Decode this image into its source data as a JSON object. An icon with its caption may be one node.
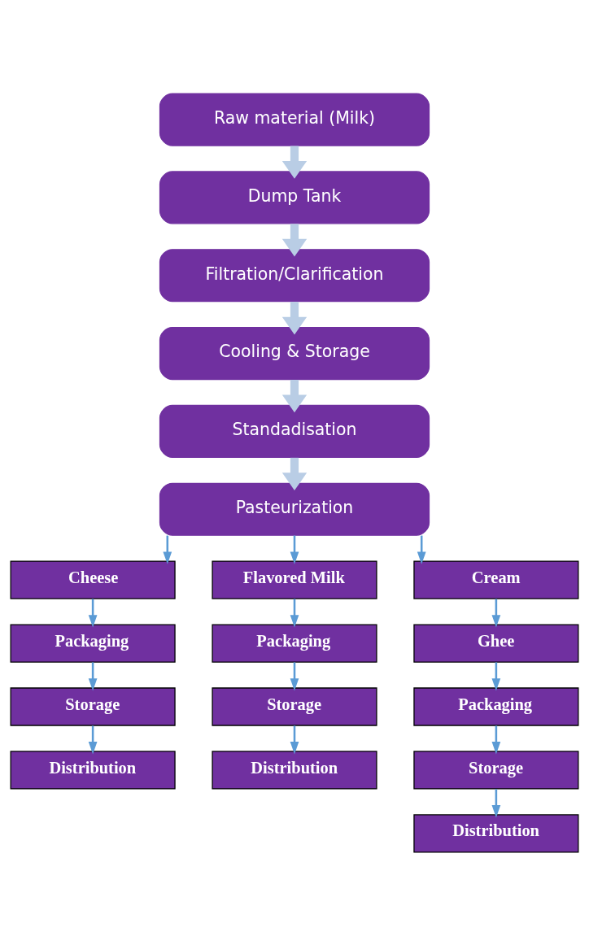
{
  "diagram": {
    "nodes": [
      {
        "text": [
          "Raw material (Milk)"
        ]
      },
      {
        "text": [
          "Dump Tank"
        ]
      },
      {
        "text": [
          "Filtration/Clarification"
        ]
      },
      {
        "text": [
          "Cooling & Storage"
        ]
      },
      {
        "text": [
          "Standadisation"
        ]
      },
      {
        "text": [
          "Pasteurization"
        ]
      },
      {
        "text": [
          "Cheese"
        ]
      },
      {
        "text": [
          "Packaging"
        ]
      },
      {
        "text": [
          "Storage"
        ]
      },
      {
        "text": [
          "Distribution"
        ]
      },
      {
        "text": [
          "Flavored Milk"
        ]
      },
      {
        "text": [
          "Packaging"
        ]
      },
      {
        "text": [
          "Storage"
        ]
      },
      {
        "text": [
          "Distribution"
        ]
      },
      {
        "text": [
          "Cream"
        ]
      },
      {
        "text": [
          "Ghee"
        ]
      },
      {
        "text": [
          "Packaging"
        ]
      },
      {
        "text": [
          "Storage"
        ]
      },
      {
        "text": [
          "Distribution"
        ]
      }
    ],
    "edges": [
      {
        "from": 0,
        "to": 1,
        "arrow": "to",
        "style": "thick",
        "color": "#b9cde5"
      },
      {
        "from": 1,
        "to": 2,
        "arrow": "to",
        "style": "thick",
        "color": "#b9cde5"
      },
      {
        "from": 2,
        "to": 3,
        "arrow": "to",
        "style": "thick",
        "color": "#b9cde5"
      },
      {
        "from": 3,
        "to": 4,
        "arrow": "to",
        "style": "thick",
        "color": "#b9cde5"
      },
      {
        "from": 4,
        "to": 5,
        "arrow": "to",
        "style": "thick",
        "color": "#b9cde5"
      },
      {
        "from": 5,
        "to": 6,
        "arrow": "to"
      },
      {
        "from": 5,
        "to": 10,
        "arrow": "to"
      },
      {
        "from": 5,
        "to": 14,
        "arrow": "to"
      },
      {
        "from": 6,
        "to": 7,
        "arrow": "to"
      },
      {
        "from": 7,
        "to": 8,
        "arrow": "to"
      },
      {
        "from": 8,
        "to": 9,
        "arrow": "to"
      },
      {
        "from": 10,
        "to": 11,
        "arrow": "to"
      },
      {
        "from": 11,
        "to": 12,
        "arrow": "to"
      },
      {
        "from": 12,
        "to": 13,
        "arrow": "to"
      },
      {
        "from": 14,
        "to": 15,
        "arrow": "to"
      },
      {
        "from": 15,
        "to": 16,
        "arrow": "to"
      },
      {
        "from": 16,
        "to": 17,
        "arrow": "to"
      },
      {
        "from": 17,
        "to": 18,
        "arrow": "to"
      }
    ]
  }
}
